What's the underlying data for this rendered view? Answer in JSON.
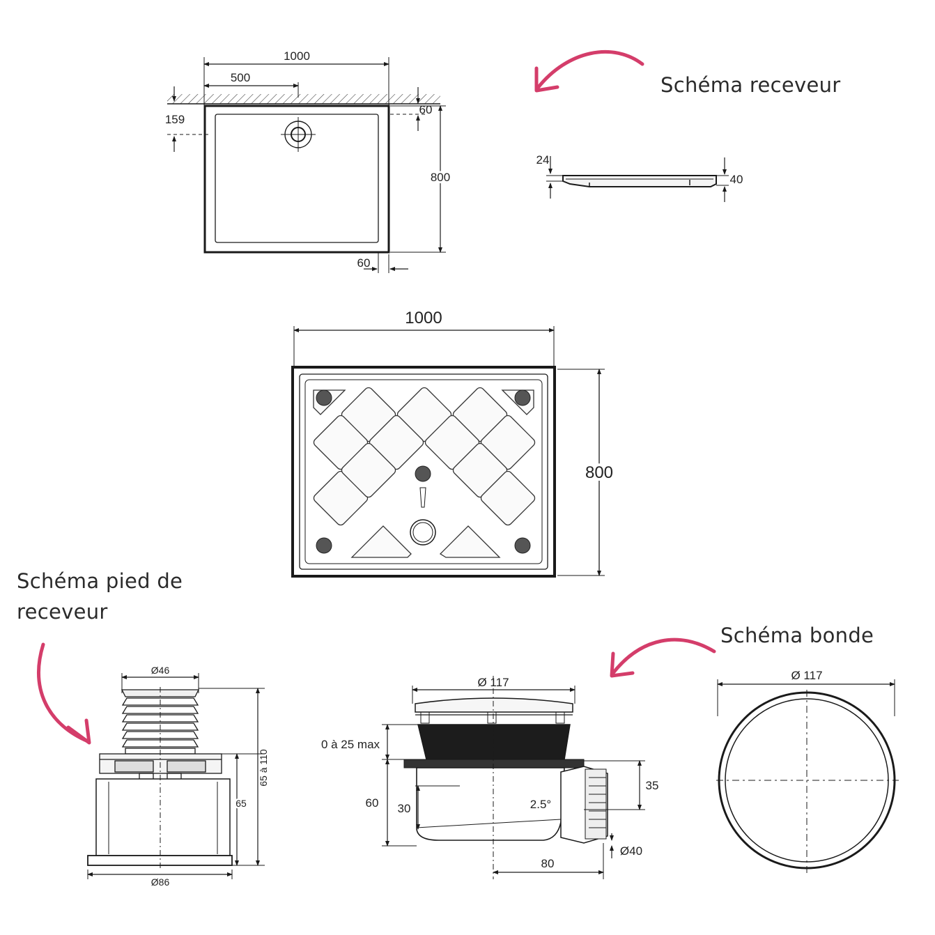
{
  "labels": {
    "receveur": "Schéma receveur",
    "pied_line1": "Schéma pied de",
    "pied_line2": "receveur",
    "bonde": "Schéma bonde"
  },
  "top_plan": {
    "width": "1000",
    "half_width": "500",
    "drain_offset": "159",
    "top_margin": "60",
    "depth": "800",
    "side_margin": "60"
  },
  "side_profile": {
    "edge_height": "24",
    "total_height": "40"
  },
  "bottom_view": {
    "width": "1000",
    "depth": "800"
  },
  "foot": {
    "top_diameter": "Ø46",
    "base_diameter": "Ø86",
    "body_height": "65",
    "height_range": "65 à 110"
  },
  "drain": {
    "diameter": "Ø 117",
    "adjust": "0 à 25 max",
    "height": "60",
    "inner_height": "30",
    "angle": "2.5°",
    "outlet_height": "35",
    "outlet_diameter": "Ø40",
    "outlet_offset": "80"
  },
  "drain_top": {
    "diameter": "Ø 117"
  },
  "colors": {
    "accent_arrow": "#d43d6a",
    "line": "#1a1a1a"
  }
}
